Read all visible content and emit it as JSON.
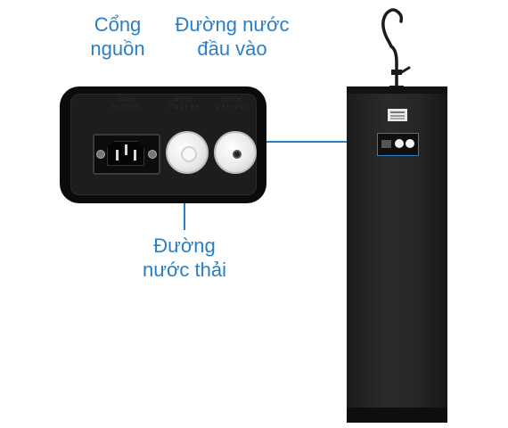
{
  "labels": {
    "power_line1": "Cổng",
    "power_line2": "nguồn",
    "inlet_line1": "Đường nước",
    "inlet_line2": "đầu vào",
    "waste_line1": "Đường",
    "waste_line2": "nước thải"
  },
  "panel_markings": {
    "power_line1": "GIẮC",
    "power_line2": "NGUỒN",
    "waste_line1": "NƯỚC",
    "waste_line2": "THẢI RA",
    "inlet_line1": "NƯỚC",
    "inlet_line2": "ĐẦU VÀO"
  },
  "colors": {
    "callout": "#2a7fc4",
    "cabinet": "#262626",
    "panel": "#0b0b0b"
  }
}
